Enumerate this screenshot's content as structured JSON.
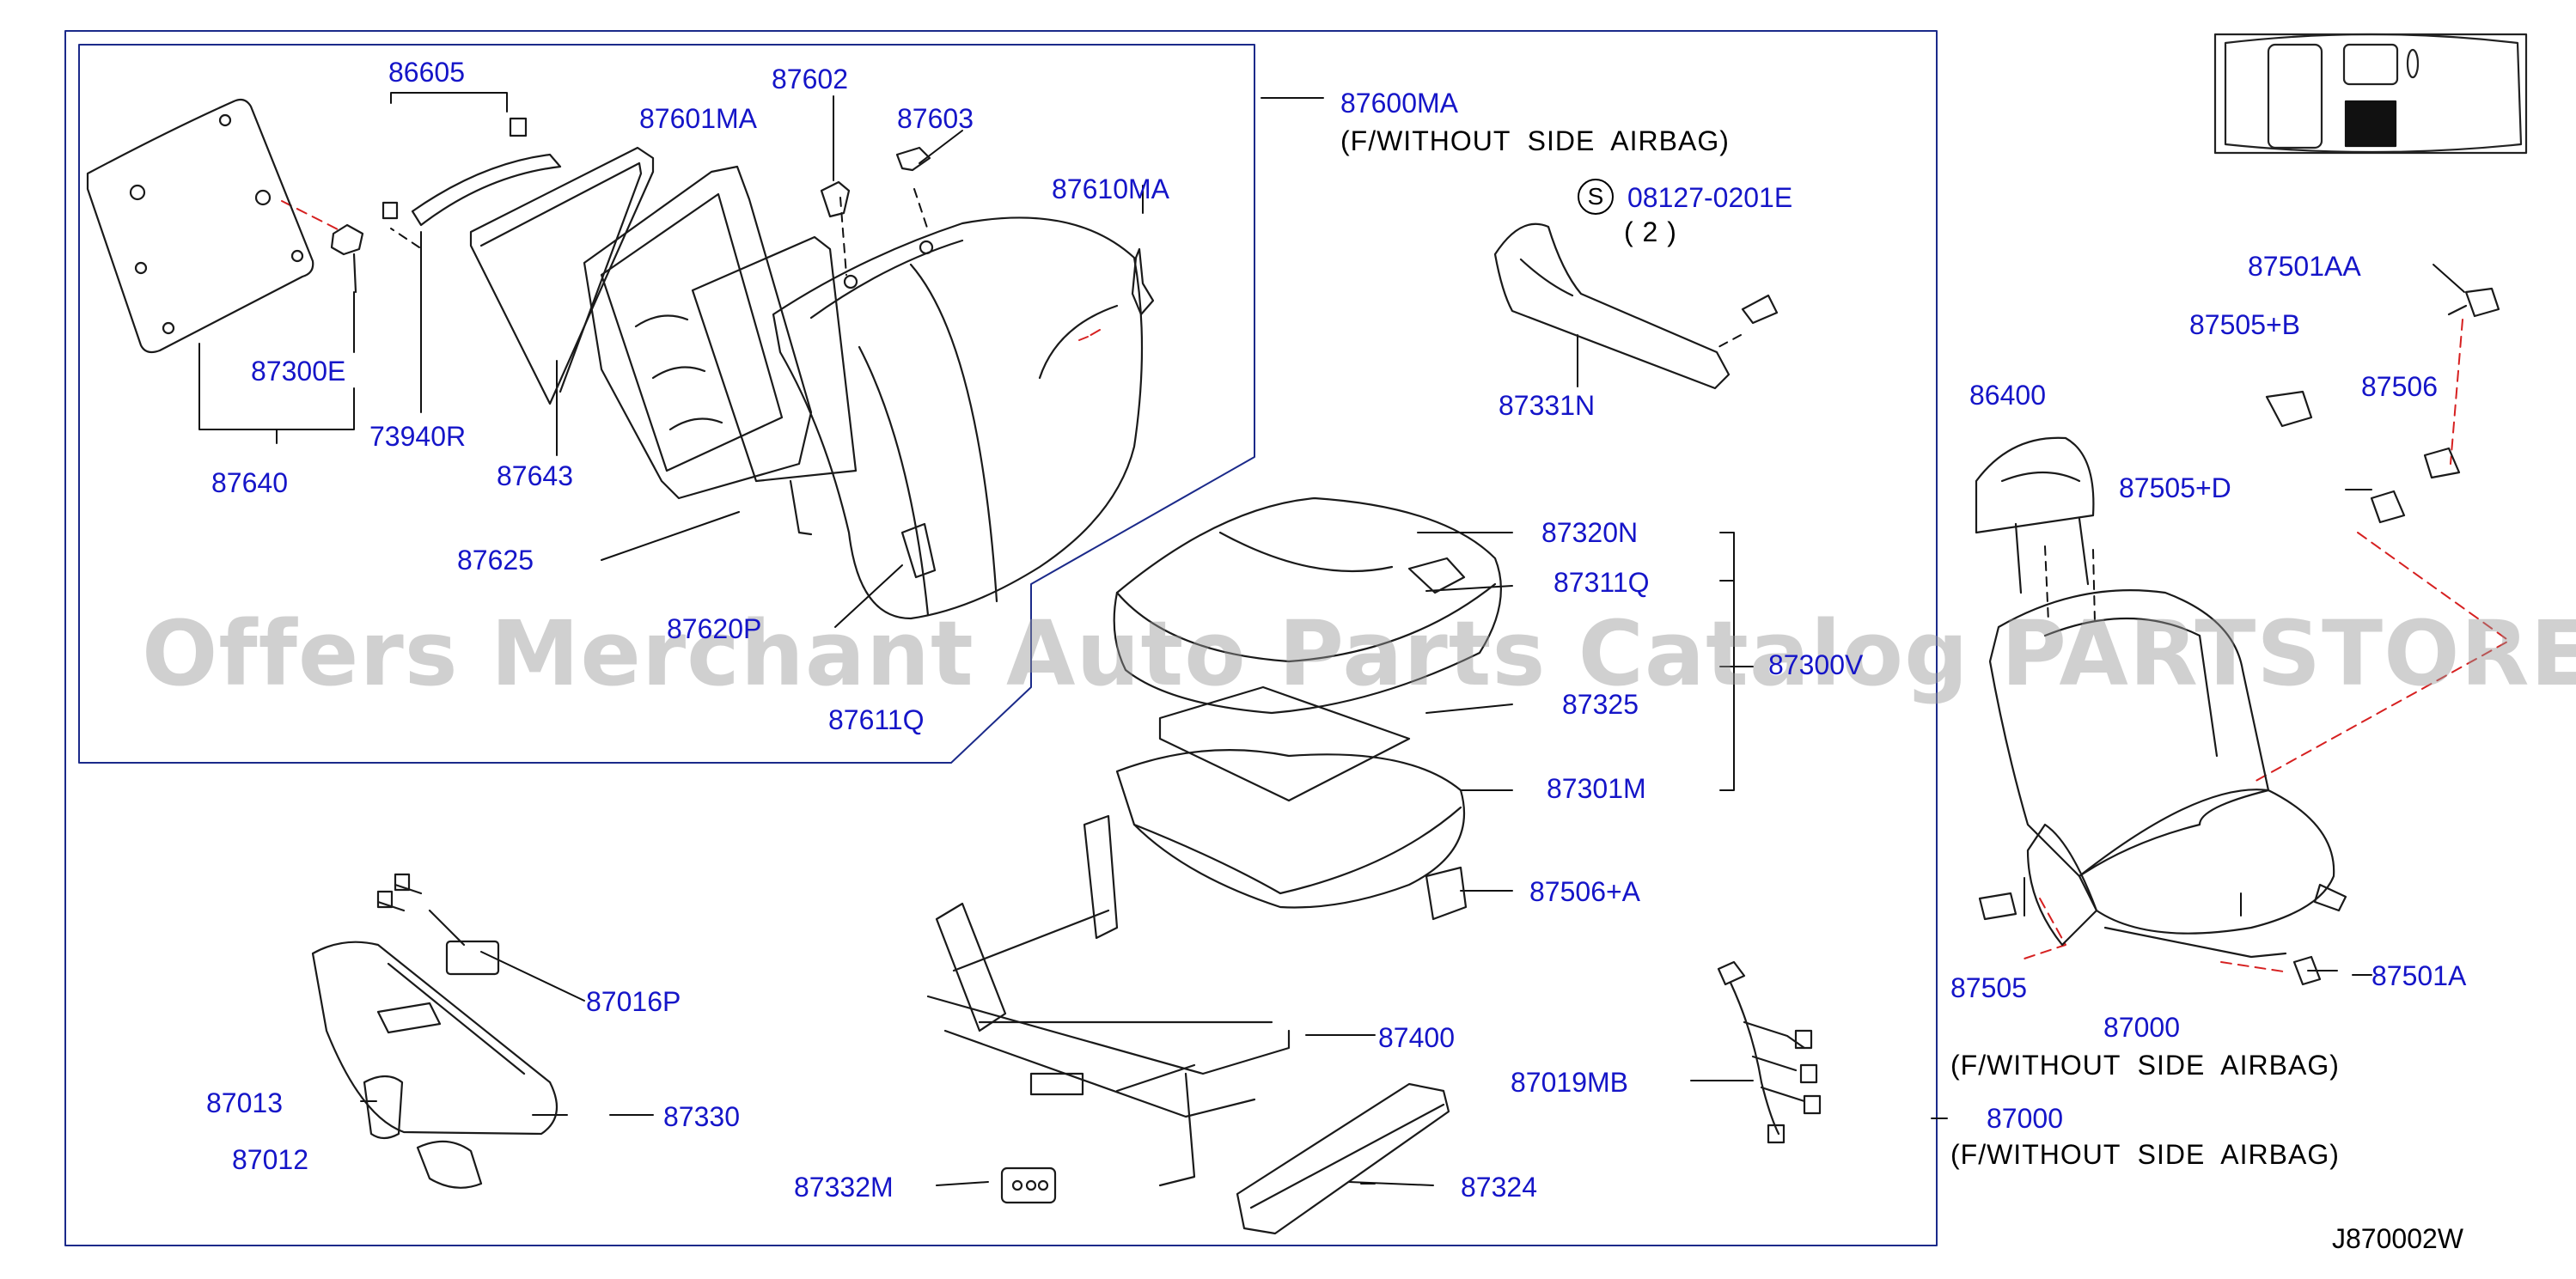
{
  "diagram": {
    "diagram_id": "J870002W",
    "watermark": "Offers Merchant Auto Parts Catalog PARTSTORE.SA",
    "screw_symbol": "S",
    "notes": {
      "kit_note": "(F/WITHOUT  SIDE  AIRBAG)",
      "assembly_note": "(F/WITHOUT  SIDE  AIRBAG)",
      "complete_note": "(F/WITHOUT  SIDE  AIRBAG)",
      "screw_qty": "( 2 )"
    },
    "labels": {
      "p86605": "86605",
      "p87602": "87602",
      "p87601MA": "87601MA",
      "p87603": "87603",
      "p87600MA": "87600MA",
      "p87610MA": "87610MA",
      "p87300E": "87300E",
      "p73940R": "73940R",
      "p87640": "87640",
      "p87643": "87643",
      "p87625": "87625",
      "p87620P": "87620P",
      "p87611Q": "87611Q",
      "p08127": "08127-0201E",
      "p87331N": "87331N",
      "p87320N": "87320N",
      "p87311Q": "87311Q",
      "p87300V": "87300V",
      "p87325": "87325",
      "p87301M": "87301M",
      "p87506A": "87506+A",
      "p87016P": "87016P",
      "p87013": "87013",
      "p87012": "87012",
      "p87330": "87330",
      "p87400": "87400",
      "p87332M": "87332M",
      "p87324": "87324",
      "p87019MB": "87019MB",
      "p87000a": "87000",
      "p87000b": "87000",
      "p87501AA": "87501AA",
      "p87505B": "87505+B",
      "p87506": "87506",
      "p86400": "86400",
      "p87505D": "87505+D",
      "p87505": "87505",
      "p87501A": "87501A"
    }
  }
}
